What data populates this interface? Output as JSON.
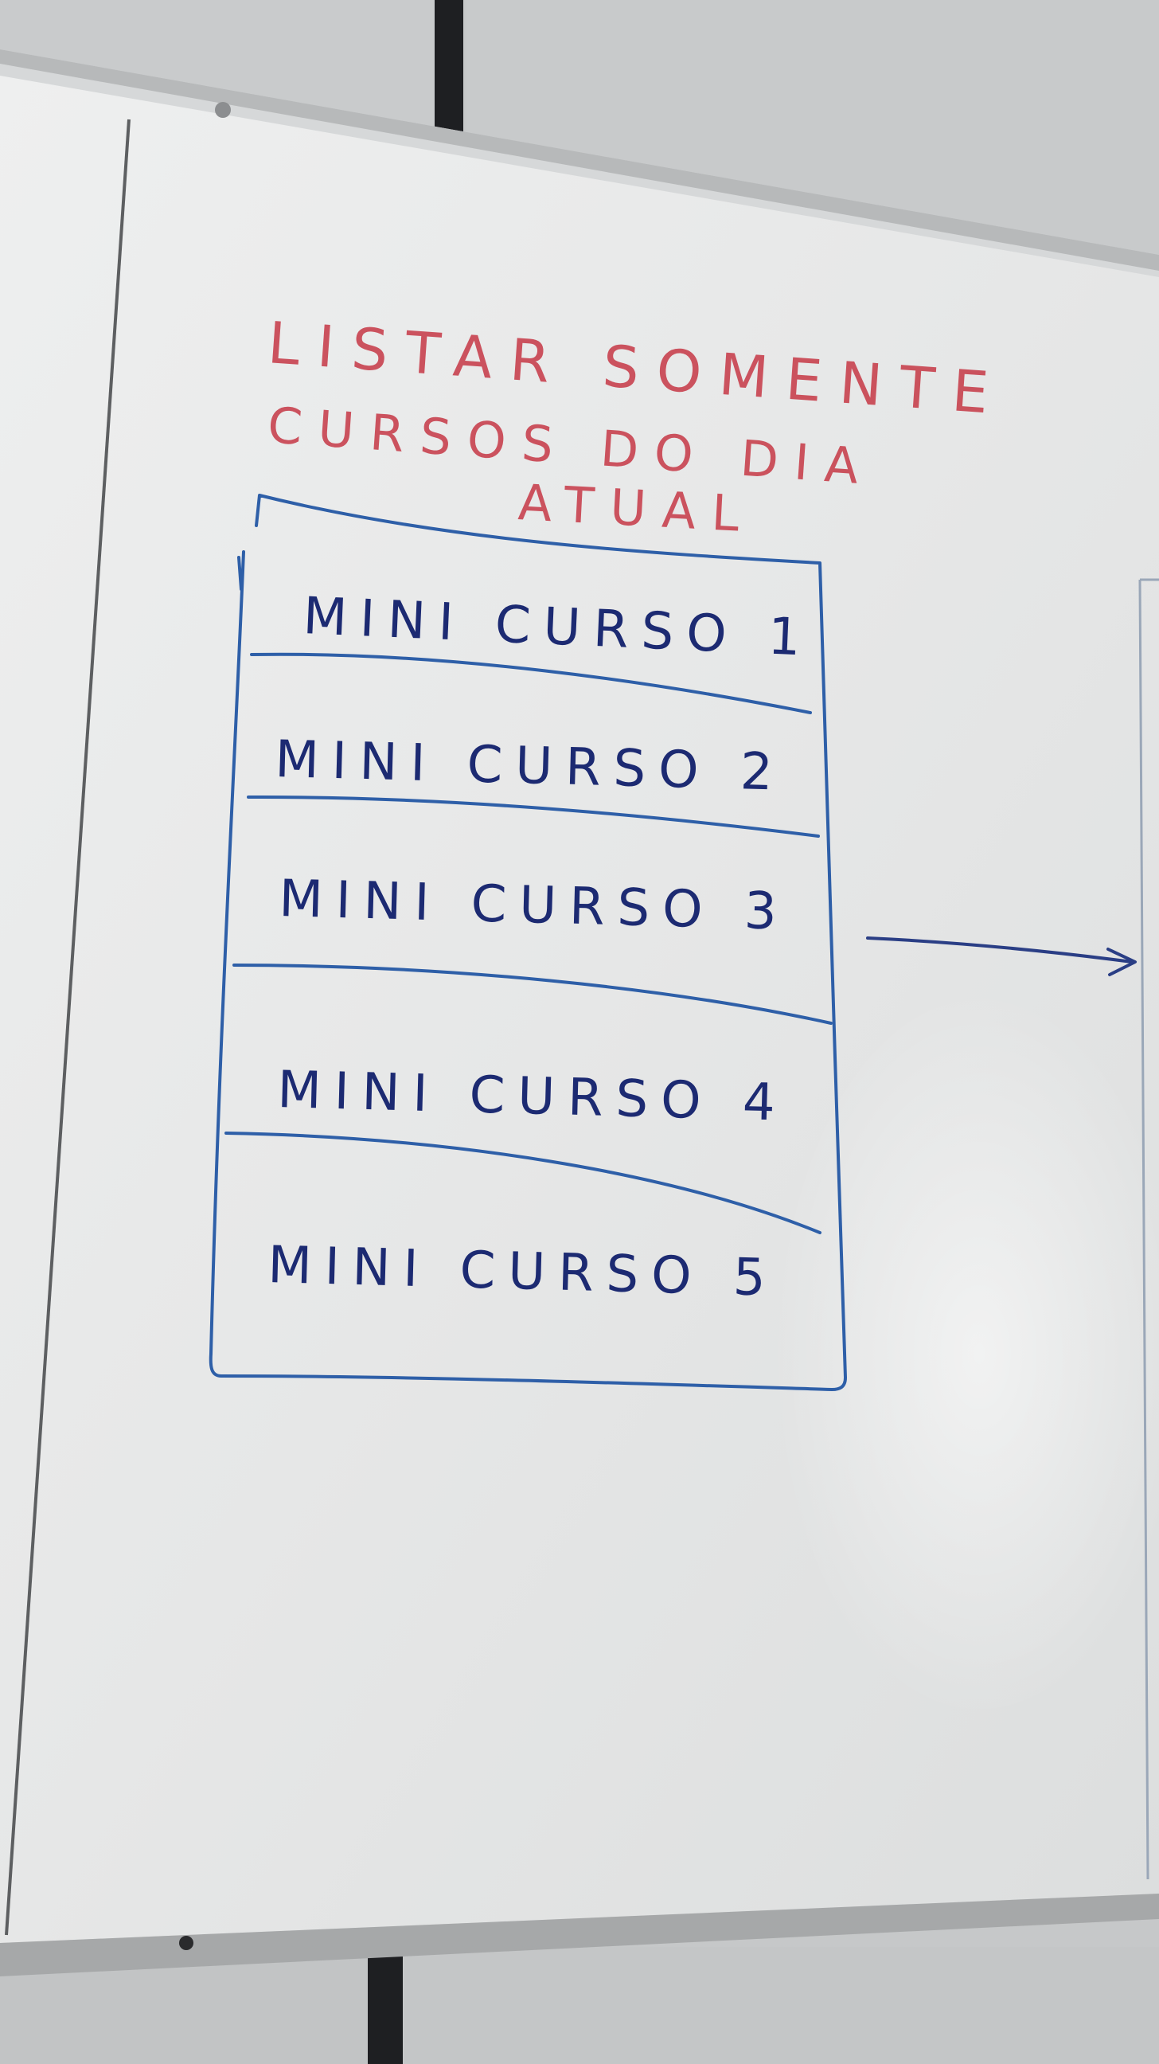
{
  "colors": {
    "wall": "#c4c6c7",
    "wall_shadow": "#b3b5b6",
    "pillar": "#1f1f22",
    "frame": "#d9dbdc",
    "frame_edge": "#a9abac",
    "board": "#e4e6e6",
    "board_light": "#f0f1f1",
    "red_marker": "#c8424f",
    "blue_marker": "#2e5fa8",
    "navy_marker": "#1c2a72"
  },
  "title": {
    "line1": "LISTAR SOMENTE",
    "line2": "CURSOS DO DIA",
    "line3": "ATUAL"
  },
  "list": {
    "items": [
      {
        "label": "MINI CURSO 1"
      },
      {
        "label": "MINI CURSO 2"
      },
      {
        "label": "MINI CURSO 3"
      },
      {
        "label": "MINI CURSO 4"
      },
      {
        "label": "MINI CURSO 5"
      }
    ]
  },
  "icons": {
    "arrow": "arrow-right-icon"
  }
}
